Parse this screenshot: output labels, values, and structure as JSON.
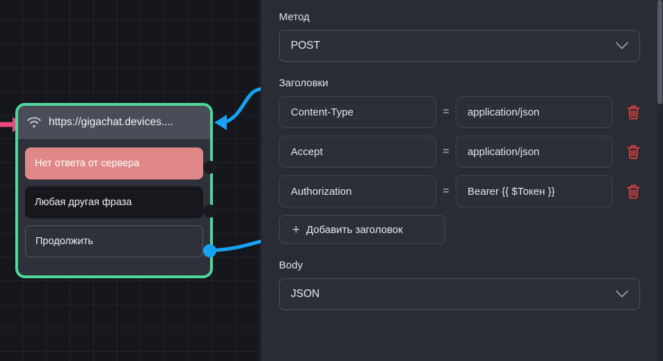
{
  "canvas": {
    "node": {
      "title": "https://gigachat.devices....",
      "icon": "wifi-icon",
      "border_color": "#4ed89b",
      "header_bg": "#4a4c58",
      "options": [
        {
          "label": "Нет ответа от сервера",
          "style": "error",
          "port": "idle"
        },
        {
          "label": "Любая другая фраза",
          "style": "dark",
          "port": "idle"
        },
        {
          "label": "Продолжить",
          "style": "outline",
          "port": "live"
        }
      ]
    },
    "wires": {
      "incoming_arrow_color": "#ec4b7f",
      "outgoing_arrow_color": "#17a2f3",
      "link_color": "#17a2f3"
    }
  },
  "panel": {
    "method": {
      "label": "Метод",
      "value": "POST",
      "chevron": "chevron-down-icon"
    },
    "headers": {
      "label": "Заголовки",
      "separator": "=",
      "rows": [
        {
          "key": "Content-Type",
          "value": "application/json",
          "delete_icon": "trash-icon"
        },
        {
          "key": "Accept",
          "value": "application/json",
          "delete_icon": "trash-icon"
        },
        {
          "key": "Authorization",
          "value": "Bearer {{ $Токен }}",
          "delete_icon": "trash-icon"
        }
      ],
      "add_label": "Добавить заголовок",
      "add_icon": "plus-icon"
    },
    "body": {
      "label": "Body",
      "value": "JSON",
      "chevron": "chevron-down-icon"
    },
    "colors": {
      "panel_bg": "#2a2c34",
      "input_bg": "#2d2f38",
      "danger": "#e8433f",
      "text": "#e8eaee"
    }
  }
}
